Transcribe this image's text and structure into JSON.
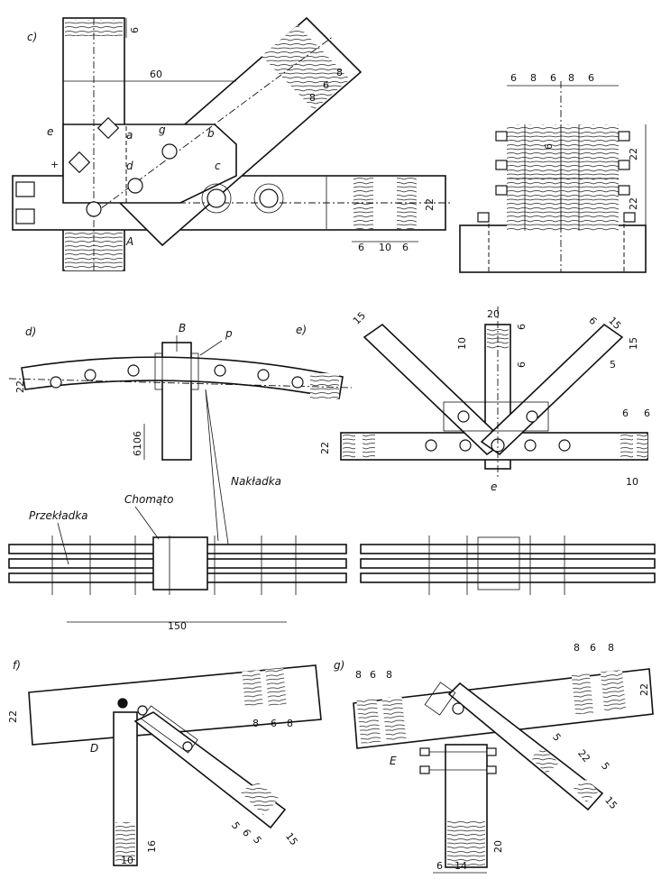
{
  "views": {
    "c": {
      "label": "c)",
      "dim_top": "6",
      "dim_60": "60",
      "dim_right": [
        "8",
        "6",
        "8"
      ],
      "dim_22": "22",
      "dim_bottom": [
        "6",
        "10",
        "6"
      ],
      "points": [
        "a",
        "b",
        "c",
        "d",
        "e",
        "g",
        "A"
      ],
      "plus": "+"
    },
    "c_section": {
      "dim_top": [
        "6",
        "8",
        "6",
        "8",
        "6"
      ],
      "dim_22a": "22",
      "dim_22b": "22",
      "dim_6": "6"
    },
    "d": {
      "label": "d)",
      "point_B": "B",
      "point_p": "p",
      "dim_22": "22",
      "dim_stack": "6106",
      "callout_nakladka": "Nakładka",
      "callout_przekladka": "Przekładka",
      "callout_chomato": "Chomąto",
      "dim_150": "150"
    },
    "e": {
      "label": "e)",
      "dim_15a": "15",
      "dim_20": "20",
      "dim_6a": "6",
      "dim_10": "10",
      "dim_6b": "6",
      "dim_6c": "6",
      "dim_15b": "15",
      "dim_15c": "15",
      "dim_5": "5",
      "dim_22": "22",
      "dim_6d": "6",
      "dim_6e": "6",
      "dim_10b": "10",
      "point_e": "e"
    },
    "f": {
      "label": "f)",
      "dim_22": "22",
      "dim_right": [
        "8",
        "6",
        "8"
      ],
      "point_D": "D",
      "dim_16": "16",
      "dim_10": "10",
      "dim_diag": [
        "5",
        "6",
        "5"
      ],
      "dim_15": "15"
    },
    "g": {
      "label": "g)",
      "dim_left": [
        "8",
        "6",
        "8"
      ],
      "dim_right": [
        "8",
        "6",
        "8"
      ],
      "dim_22a": "22",
      "dim_5a": "5",
      "dim_22b": "22",
      "dim_5b": "5",
      "dim_15": "15",
      "point_E": "E",
      "dim_20": "20",
      "dim_bottom": [
        "6",
        "14"
      ]
    }
  }
}
